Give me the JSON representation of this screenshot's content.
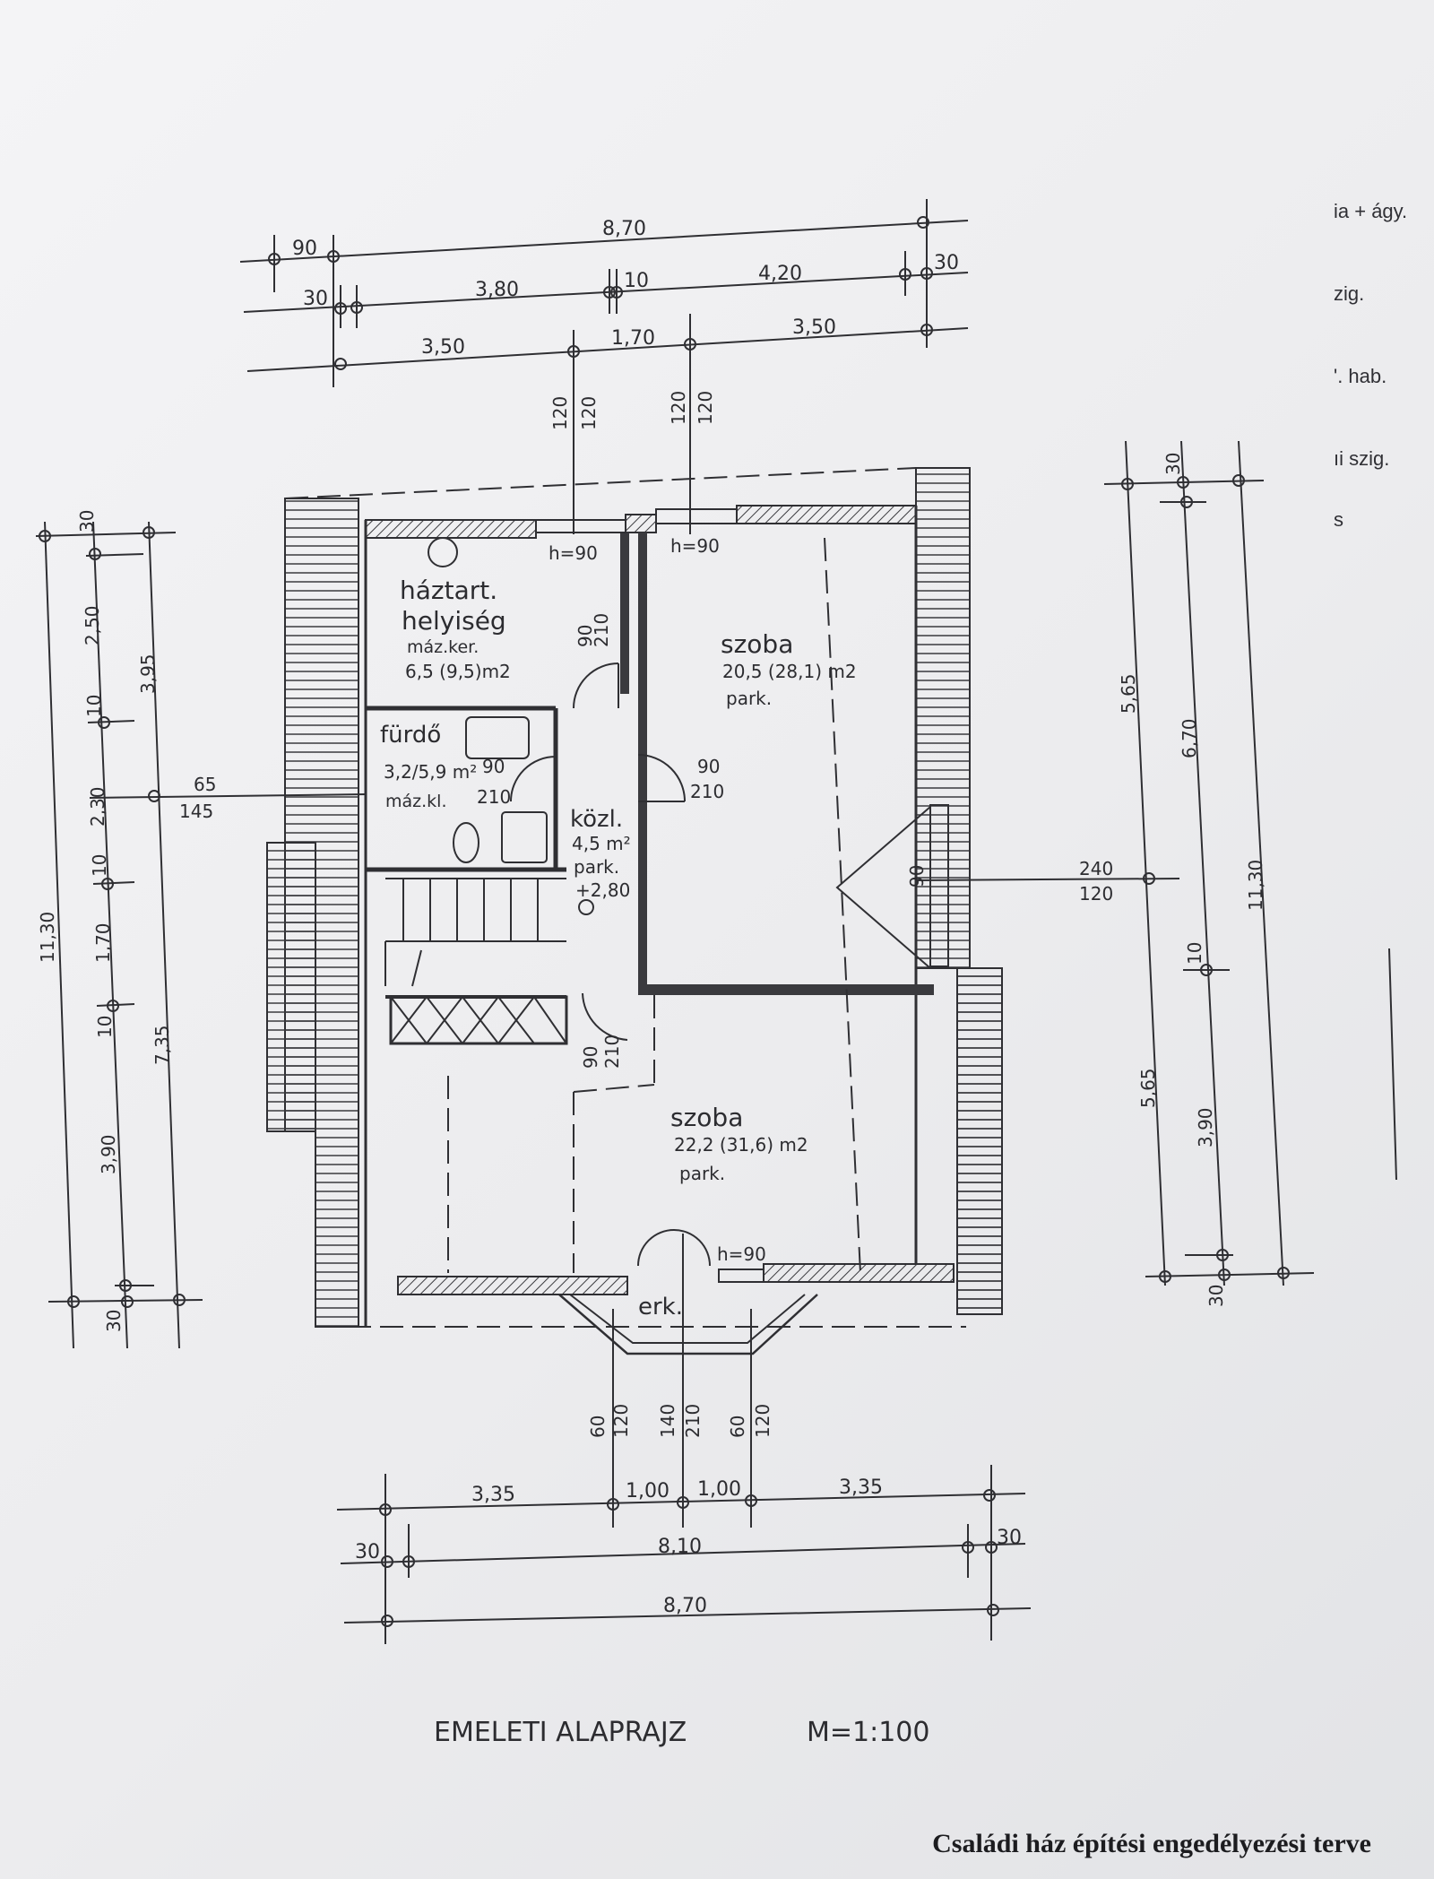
{
  "plan": {
    "title": "EMELETI   ALAPRAJZ",
    "scale": "M=1:100",
    "footer": "Családi ház építési engedélyezési terve"
  },
  "side_notes": [
    "ia + ágy.",
    "zig.",
    "'. hab.",
    "ıi szig.",
    "s"
  ],
  "rooms": {
    "haztart_name_1": "háztart.",
    "haztart_name_2": "helyiség",
    "haztart_floor": "máz.ker.",
    "haztart_area": "6,5 (9,5)m2",
    "furdo_name": "fürdő",
    "furdo_area": "3,2/5,9 m²",
    "furdo_floor": "máz.kl.",
    "kozl_name": "közl.",
    "kozl_area": "4,5 m²",
    "kozl_floor": "park.",
    "kozl_level": "+2,80",
    "szoba1_name": "szoba",
    "szoba1_area": "20,5 (28,1) m2",
    "szoba1_floor": "park.",
    "szoba2_name": "szoba",
    "szoba2_area": "22,2 (31,6) m2",
    "szoba2_floor": "park.",
    "erk": "erk."
  },
  "openings": {
    "window_h": "h=90",
    "door_90": "90",
    "door_210": "210",
    "mid_24": "240",
    "mid_12": "120",
    "left_65": "65",
    "left_145": "145",
    "w120": "120",
    "w60": "60",
    "w140": "140",
    "w210": "210"
  },
  "dims": {
    "top": [
      "90",
      "8,70",
      "30",
      "3,80",
      "10",
      "4,20",
      "30",
      "3,50",
      "1,70",
      "3,50"
    ],
    "bottom": [
      "3,35",
      "1,00",
      "1,00",
      "3,35",
      "30",
      "8,10",
      "30",
      "8,70"
    ],
    "left": [
      "30",
      "2,50",
      "10",
      "2,30",
      "10",
      "1,70",
      "10",
      "3,90",
      "30",
      "3,95",
      "7,35",
      "11,30"
    ],
    "right": [
      "30",
      "5,65",
      "5,65",
      "6,70",
      "10",
      "3,90",
      "30",
      "11,30"
    ]
  }
}
